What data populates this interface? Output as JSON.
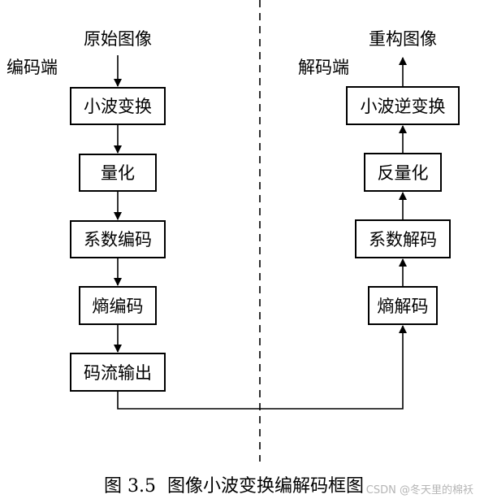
{
  "encoder": {
    "side_label": "编码端",
    "input_label": "原始图像",
    "steps": [
      "小波变换",
      "量化",
      "系数编码",
      "熵编码",
      "码流输出"
    ]
  },
  "decoder": {
    "side_label": "解码端",
    "output_label": "重构图像",
    "steps": [
      "熵解码",
      "系数解码",
      "反量化",
      "小波逆变换"
    ]
  },
  "caption": "图 3.5  图像小波变换编解码框图",
  "watermark": "CSDN @冬天里的棉袄"
}
